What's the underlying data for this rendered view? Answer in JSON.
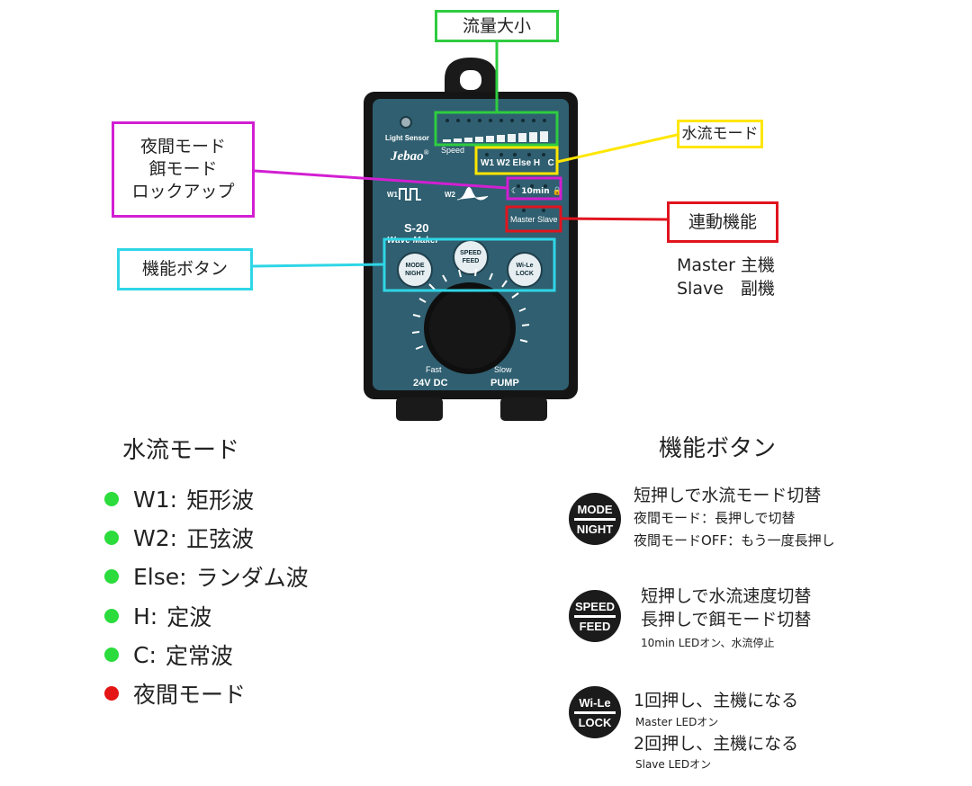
{
  "callouts": {
    "flow": "流量大小",
    "night_lines": [
      "夜間モード",
      "餌モード",
      "ロックアップ"
    ],
    "water_mode": "水流モード",
    "link": "連動機能",
    "buttons": "機能ボタン"
  },
  "link_sub": {
    "master": "Master 主機",
    "slave": "Slave　副機"
  },
  "device": {
    "light_sensor": "Light Sensor",
    "speed": "Speed",
    "brand": "Jebao",
    "brand_mark": "®",
    "modes_row": "W1 W2 Else H   C",
    "w1": "W1",
    "w2": "W2",
    "lock_row": "☾ 10min 🔒",
    "master_slave": "Master Slave",
    "model": "S-20",
    "subtitle": "Wave Maker",
    "btn_mode_top": "MODE",
    "btn_mode_bot": "NIGHT",
    "btn_speed_top": "SPEED",
    "btn_speed_bot": "FEED",
    "btn_wile_top": "Wi-Le",
    "btn_wile_bot": "LOCK",
    "fast": "Fast",
    "slow": "Slow",
    "dc": "24V DC",
    "pump": "PUMP"
  },
  "left_section": {
    "title": "水流モード",
    "items": [
      {
        "key": "W1:",
        "value": "矩形波",
        "color": "#2bdc3c"
      },
      {
        "key": "W2:",
        "value": "正弦波",
        "color": "#2bdc3c"
      },
      {
        "key": "Else:",
        "value": "ランダム波",
        "color": "#2bdc3c"
      },
      {
        "key": "H:",
        "value": "定波",
        "color": "#2bdc3c"
      },
      {
        "key": "C:",
        "value": "定常波",
        "color": "#2bdc3c"
      },
      {
        "key": "",
        "value": "夜間モード",
        "color": "#e31515"
      }
    ]
  },
  "right_section": {
    "title": "機能ボタン",
    "mode_btn": {
      "top": "MODE",
      "bottom": "NIGHT",
      "lines": [
        "短押しで水流モード切替",
        "夜間モード：長押しで切替",
        "夜間モードOFF：もう一度長押し"
      ]
    },
    "speed_btn": {
      "top": "SPEED",
      "bottom": "FEED",
      "lines": [
        "短押しで水流速度切替",
        "長押しで餌モード切替",
        "10min LEDオン、水流停止"
      ]
    },
    "wile_btn": {
      "top": "Wi-Le",
      "bottom": "LOCK",
      "lines": [
        "1回押し、主機になる",
        "Master LEDオン",
        "2回押し、主機になる",
        "Slave LEDオン"
      ]
    }
  },
  "colors": {
    "green": "#2ecc40",
    "magenta": "#d21fd2",
    "yellow": "#ffe600",
    "red": "#e0141e",
    "cyan": "#2fd6e6",
    "device_body": "#2f5f70"
  }
}
